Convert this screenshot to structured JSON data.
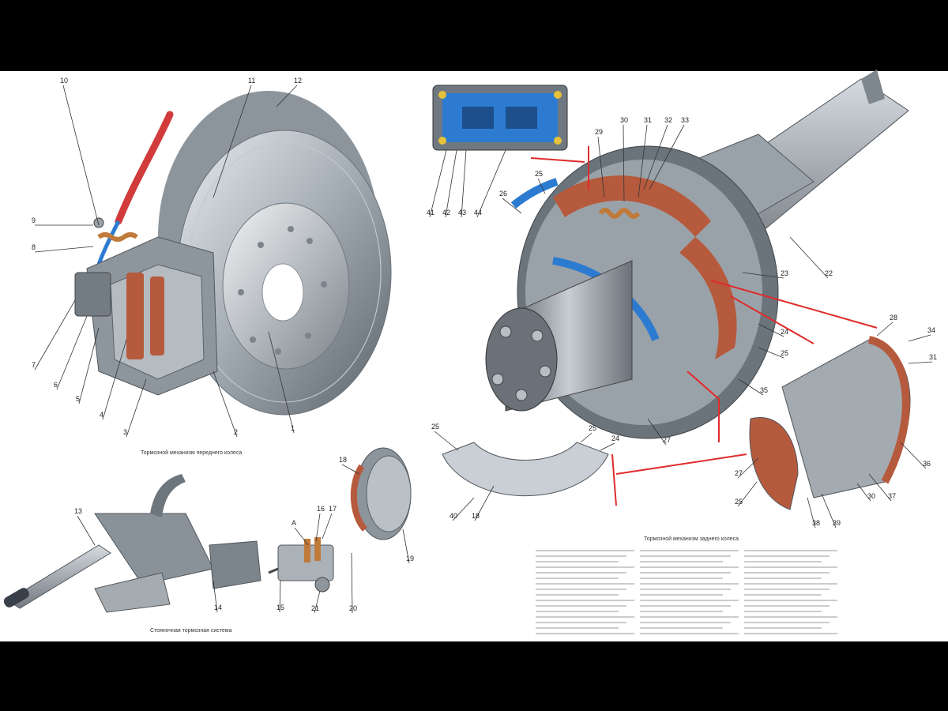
{
  "colors": {
    "letterbox": "#000000",
    "sheet": "#ffffff",
    "metal_light": "#c9cfd4",
    "metal_dark": "#5a6067",
    "lining": "#b65a3e",
    "hydraulic": "#2c7bd1",
    "hose": "#d23b3b",
    "spring": "#c07a3a"
  },
  "callouts": {
    "front": [
      "10",
      "11",
      "12",
      "9",
      "8",
      "7",
      "6",
      "5",
      "4",
      "3",
      "2",
      "1"
    ],
    "handbrake": [
      "13",
      "14",
      "15",
      "21",
      "20",
      "16",
      "17",
      "A",
      "18",
      "19"
    ],
    "rear": [
      "41",
      "42",
      "43",
      "44",
      "29",
      "30",
      "31",
      "32",
      "33",
      "25",
      "26",
      "22",
      "23",
      "24",
      "25",
      "35",
      "27",
      "36",
      "28",
      "34",
      "31",
      "37",
      "30",
      "39",
      "38",
      "27",
      "25",
      "25",
      "25",
      "24",
      "40",
      "18"
    ]
  },
  "captions": {
    "front": "Тормозной механизм переднего колеса",
    "rear": "Тормозной механизм заднего колеса",
    "handbrake": "Стояночная тормозная система"
  }
}
